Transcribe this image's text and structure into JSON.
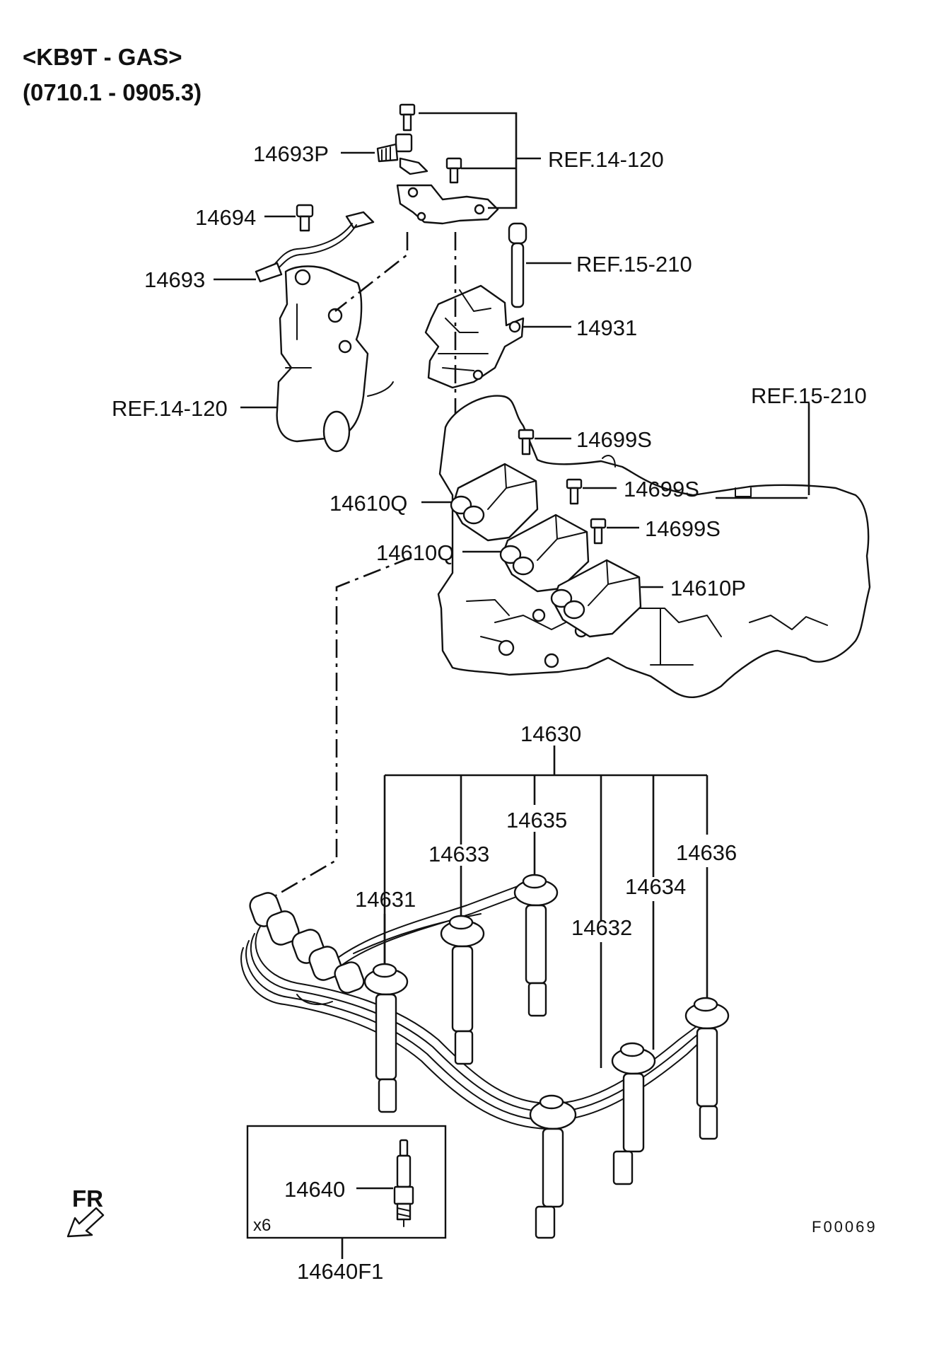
{
  "header": {
    "model": "<KB9T - GAS>",
    "range": "(0710.1 - 0905.3)"
  },
  "labels": {
    "p14693P": "14693P",
    "ref14120_top": "REF.14-120",
    "p14694": "14694",
    "ref15210_bolt": "REF.15-210",
    "p14693": "14693",
    "p14931": "14931",
    "ref14120_left": "REF.14-120",
    "ref15210_right": "REF.15-210",
    "p14699S_1": "14699S",
    "p14699S_2": "14699S",
    "p14699S_3": "14699S",
    "p14610Q_1": "14610Q",
    "p14610Q_2": "14610Q",
    "p14610P": "14610P",
    "p14630": "14630",
    "p14635": "14635",
    "p14633": "14633",
    "p14636": "14636",
    "p14631": "14631",
    "p14634": "14634",
    "p14632": "14632",
    "p14640": "14640",
    "qty": "x6",
    "p14640F1": "14640F1",
    "direction": "FR",
    "figure_code": "F00069"
  },
  "icons": {
    "direction_arrow": "front-direction-arrow-icon"
  }
}
